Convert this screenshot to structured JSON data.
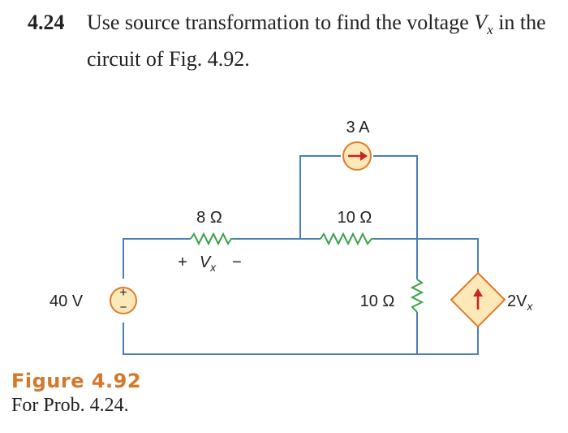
{
  "problem": {
    "number": "4.24",
    "text_before": "Use source transformation to find the voltage ",
    "var_main": "V",
    "var_sub": "x",
    "text_after": " in the circuit of Fig. 4.92."
  },
  "circuit": {
    "voltage_source_label": "40 V",
    "voltage_source_plus": "+",
    "voltage_source_minus": "−",
    "resistor_top_left_label": "8 Ω",
    "vx_plus": "+",
    "vx_var": "V",
    "vx_sub": "x",
    "vx_minus": "−",
    "current_source_label": "3 A",
    "resistor_top_right_label": "10 Ω",
    "resistor_shunt_label": "10 Ω",
    "dependent_source_value": "2V",
    "dependent_source_sub": "x",
    "colors": {
      "wire": "#4a7fb5",
      "resistor": "#3aa24a",
      "source_fill": "#fde8b8",
      "source_stroke": "#e07a2e",
      "arrow": "#cc2222",
      "figure_title": "#d5782b"
    }
  },
  "figure": {
    "title": "Figure 4.92",
    "caption": "For Prob. 4.24."
  }
}
